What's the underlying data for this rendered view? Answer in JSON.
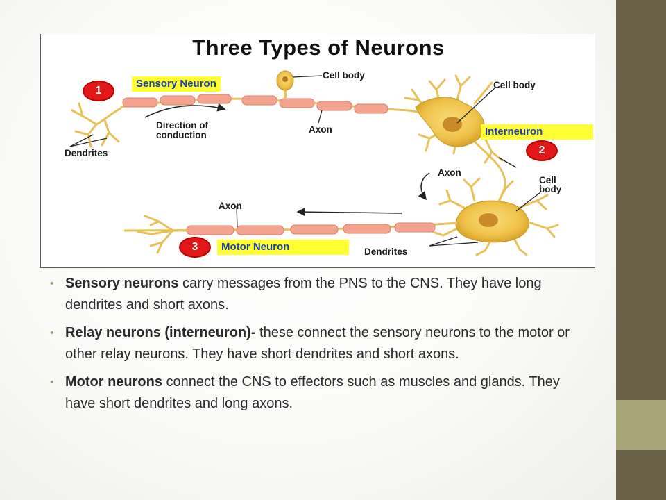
{
  "figure": {
    "title": "Three Types of Neurons",
    "labels": {
      "sensory_neuron": "Sensory Neuron",
      "cell_body_1": "Cell body",
      "cell_body_2": "Cell body",
      "cell_body_3a": "Cell",
      "cell_body_3b": "body",
      "direction_a": "Direction of",
      "direction_b": "conduction",
      "axon_1": "Axon",
      "axon_2": "Axon",
      "axon_3": "Axon",
      "dendrites_1": "Dendrites",
      "dendrites_2": "Dendrites",
      "interneuron": "Interneuron",
      "motor_neuron": "Motor Neuron",
      "badge_1": "1",
      "badge_2": "2",
      "badge_3": "3"
    }
  },
  "bullets": [
    {
      "term": "Sensory neurons",
      "text": " carry messages from the PNS to the CNS. They have long dendrites and short axons."
    },
    {
      "term": "Relay neurons (interneuron)-",
      "text": " these connect the sensory neurons to the motor or other relay neurons. They have short dendrites and short axons."
    },
    {
      "term": "Motor neurons",
      "text": " connect the CNS to effectors such as muscles and glands. They have short dendrites and long axons."
    }
  ],
  "colors": {
    "sidebar_dark": "#6b6048",
    "sidebar_light": "#a8a47a",
    "highlight": "#ffff33",
    "highlight_text": "#1b3fb0",
    "badge": "#e01818",
    "myelin": "#f4a38e",
    "neuron": "#f0c850"
  }
}
